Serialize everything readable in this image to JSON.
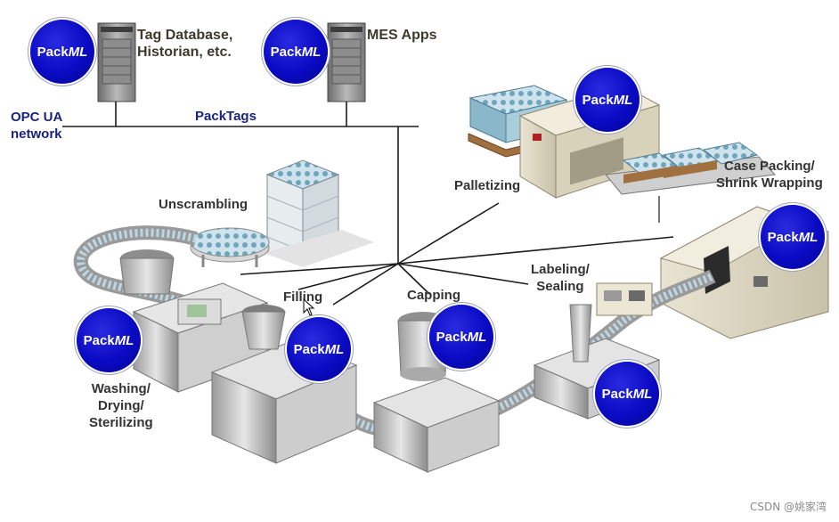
{
  "labels": {
    "tag_database": "Tag Database,\nHistorian, etc.",
    "mes_apps": "MES Apps",
    "opc_ua": "OPC UA\nnetwork",
    "packtags": "PackTags",
    "palletizing": "Palletizing",
    "case_packing": "Case Packing/\nShrink Wrapping",
    "unscrambling": "Unscrambling",
    "filling": "Filling",
    "capping": "Capping",
    "labeling": "Labeling/\nSealing",
    "washing": "Washing/\nDrying/\nSterilizing"
  },
  "badge": {
    "prefix": "Pack",
    "suffix": "ML"
  },
  "watermark": "CSDN @姚家湾",
  "colors": {
    "badge_blue": "#0a0ac4",
    "network_label": "#1a237e"
  }
}
